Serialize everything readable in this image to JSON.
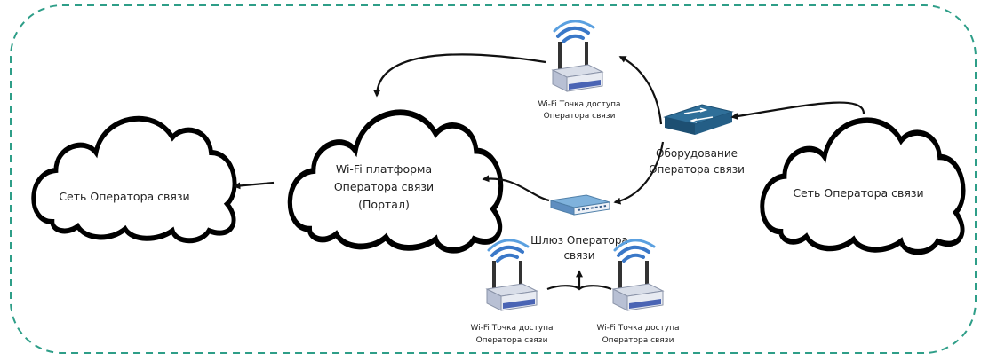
{
  "diagram": {
    "clouds": {
      "left_network": "Сеть Оператора связи",
      "platform": [
        "Wi-Fi платформа",
        "Оператора связи",
        "(Портал)"
      ],
      "right_network": "Сеть Оператора связи"
    },
    "access_point_top": [
      "Wi-Fi Точка доступа",
      "Оператора связи"
    ],
    "switch": [
      "Оборудование",
      "Оператора связи"
    ],
    "gateway": [
      "Шлюз Оператора",
      "связи"
    ],
    "access_point_bottom_left": [
      "Wi-Fi Точка доступа",
      "Оператора связи"
    ],
    "access_point_bottom_right": [
      "Wi-Fi Точка доступа",
      "Оператора связи"
    ],
    "colors": {
      "boundary": "#2e9e88",
      "line": "#111111",
      "router_body": "#e8ebf2",
      "router_front": "#4a64b4",
      "antenna_wave": "#3a78c8",
      "switch_top": "#2f6f99",
      "switch_side": "#1d4f72"
    }
  }
}
